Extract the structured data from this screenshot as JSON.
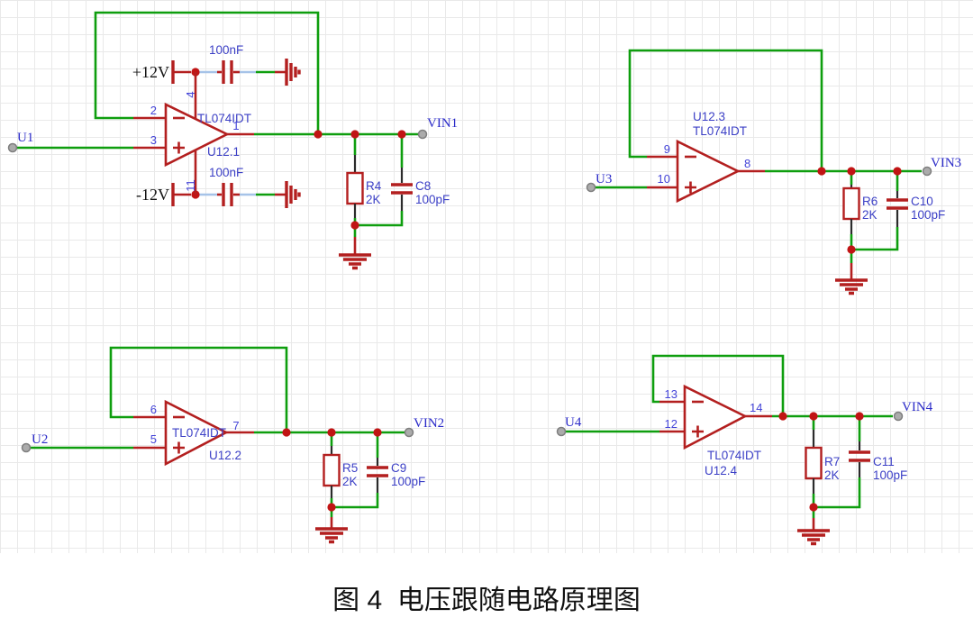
{
  "caption": "图 4  电压跟随电路原理图",
  "colors": {
    "wire_green": "#0e9e0e",
    "component_red": "#b31f1f",
    "junction_red": "#c11414",
    "designator_blue": "#3c40c6",
    "pin_number_blue": "#4444d8",
    "net_label_blue": "#2a2ac8",
    "power_text_black": "#141414",
    "decoupling_wire_blue": "#a6c3e8",
    "port_dot_gray": "#ababab",
    "grid_line": "#e9e9e9"
  },
  "circuits": {
    "c1": {
      "designator": "U12.1",
      "part": "TL074IDT",
      "input_port": "U1",
      "output_net": "VIN1",
      "pin_inverting": "2",
      "pin_noninverting": "3",
      "pin_output": "1",
      "pin_vcc": "4",
      "pin_vee": "11",
      "vcc_label": "+12V",
      "vee_label": "-12V",
      "bypass_cap_value": "100nF",
      "resistor_ref": "R4",
      "resistor_value": "2K",
      "capacitor_ref": "C8",
      "capacitor_value": "100pF"
    },
    "c2": {
      "designator": "U12.2",
      "part": "TL074IDT",
      "input_port": "U2",
      "output_net": "VIN2",
      "pin_inverting": "6",
      "pin_noninverting": "5",
      "pin_output": "7",
      "resistor_ref": "R5",
      "resistor_value": "2K",
      "capacitor_ref": "C9",
      "capacitor_value": "100pF"
    },
    "c3": {
      "designator": "U12.3",
      "part": "TL074IDT",
      "input_port": "U3",
      "output_net": "VIN3",
      "pin_inverting": "9",
      "pin_noninverting": "10",
      "pin_output": "8",
      "resistor_ref": "R6",
      "resistor_value": "2K",
      "capacitor_ref": "C10",
      "capacitor_value": "100pF"
    },
    "c4": {
      "designator": "U12.4",
      "part": "TL074IDT",
      "input_port": "U4",
      "output_net": "VIN4",
      "pin_inverting": "13",
      "pin_noninverting": "12",
      "pin_output": "14",
      "resistor_ref": "R7",
      "resistor_value": "2K",
      "capacitor_ref": "C11",
      "capacitor_value": "100pF"
    }
  }
}
